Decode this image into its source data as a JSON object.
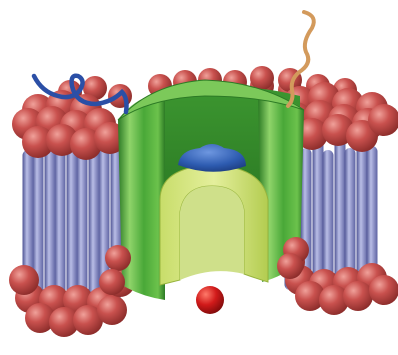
{
  "figure": {
    "background": "#ffffff",
    "palette": {
      "lipid_head": "#c9514e",
      "lipid_head_highlight": "#f0a19a",
      "lipid_head_shadow": "#8e2e2c",
      "lipid_tail": "#7c82be",
      "lipid_tail_highlight": "#b9bde6",
      "lipid_tail_shadow": "#4f5494",
      "channel_outer": "#49a838",
      "channel_outer_dark": "#2c7a25",
      "channel_outer_light": "#8fd46a",
      "channel_inner": "#c8dd6a",
      "channel_inner_dark": "#97b43d",
      "channel_gate": "#2d5bb0",
      "chain_left": "#2b4fa6",
      "chain_right": "#d39a5c",
      "ion": "#d11a1a"
    },
    "parts": {
      "membrane": "lipid-bilayer",
      "channel": "channel-protein",
      "gate": "gate",
      "ion": "ion",
      "left_chain": "polypeptide-chain",
      "right_chain": "polypeptide-chain"
    }
  }
}
